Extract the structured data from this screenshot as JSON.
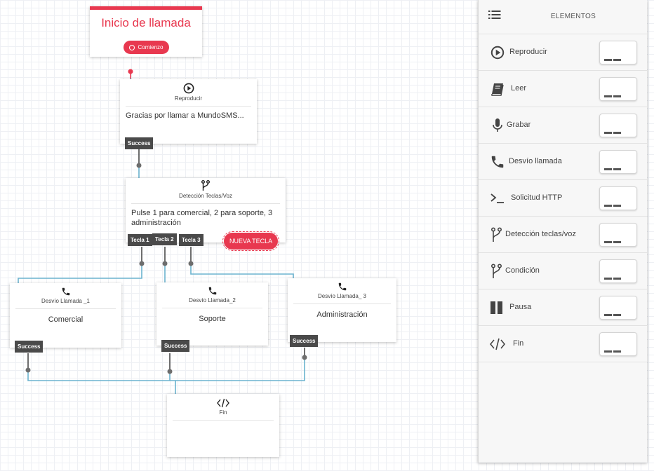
{
  "colors": {
    "accent": "#e8384f",
    "wire": "#6bb3cf",
    "tag": "#4a4a4a"
  },
  "flow": {
    "start": {
      "title": "Inicio de llamada",
      "pill": "Comienzo"
    },
    "play": {
      "icon": "play-circle-icon",
      "title": "Reproducir",
      "text": "Gracias por llamar a MundoSMS...",
      "tag": "Success"
    },
    "detect": {
      "icon": "branch-icon",
      "title": "Detección Teclas/Voz",
      "text": "Pulse 1 para comercial, 2 para soporte, 3 administración",
      "keys": [
        "Tecla 1",
        "Tecla 2",
        "Tecla 3"
      ],
      "new_key": "NUEVA TECLA"
    },
    "transfers": [
      {
        "icon": "phone-icon",
        "title": "Desvío Llamada _1",
        "text": "Comercial",
        "tag": "Success"
      },
      {
        "icon": "phone-icon",
        "title": "Desvío Llamada_2",
        "text": "Soporte",
        "tag": "Success"
      },
      {
        "icon": "phone-icon",
        "title": "Desvío Llamada_ 3",
        "text": "Administración",
        "tag": "Success"
      }
    ],
    "end": {
      "icon": "code-icon",
      "title": "Fin"
    }
  },
  "panel": {
    "header": "ELEMENTOS",
    "menu_icon": "list-icon",
    "items": [
      {
        "label": "Reproducir",
        "icon": "play-circle-icon"
      },
      {
        "label": "Leer",
        "icon": "book-icon"
      },
      {
        "label": "Grabar",
        "icon": "microphone-icon"
      },
      {
        "label": "Desvío llamada",
        "icon": "phone-icon"
      },
      {
        "label": "Solicitud HTTP",
        "icon": "terminal-icon"
      },
      {
        "label": "Detección teclas/voz",
        "icon": "branch-icon"
      },
      {
        "label": "Condición",
        "icon": "branch-icon"
      },
      {
        "label": "Pausa",
        "icon": "pause-icon"
      },
      {
        "label": "Fin",
        "icon": "code-icon"
      }
    ]
  }
}
